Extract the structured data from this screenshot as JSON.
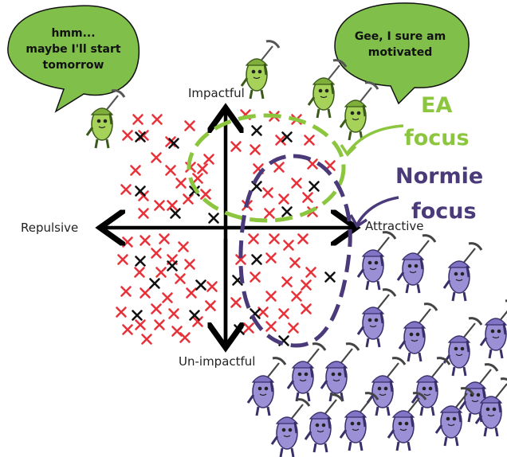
{
  "bubbles": {
    "left": {
      "lines": [
        "hmm...",
        "maybe I'll start",
        "tomorrow"
      ],
      "color": "#7fbf4a"
    },
    "right": {
      "lines": [
        "Gee, I sure am",
        "motivated"
      ],
      "color": "#7fbf4a"
    }
  },
  "axes": {
    "top": "Impactful",
    "bottom": "Un-impactful",
    "left": "Repulsive",
    "right": "Attractive"
  },
  "focus_labels": {
    "ea": [
      "EA",
      "focus"
    ],
    "normie": [
      "Normie",
      "focus"
    ]
  },
  "colors": {
    "ea": "#8cc63f",
    "normie": "#4a3a7a",
    "red_x": "#e8333b",
    "black_x": "#111111",
    "green_bean": "#a6d25a",
    "purple_bean": "#9b8fd6"
  }
}
